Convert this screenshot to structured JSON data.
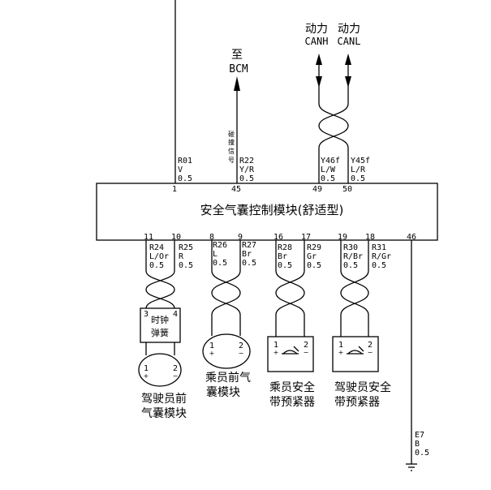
{
  "module": {
    "title": "安全气囊控制模块(舒适型)"
  },
  "top": {
    "bcm": {
      "to": "至",
      "name": "BCM",
      "signal": [
        "碰",
        "撞",
        "信",
        "号"
      ]
    },
    "can": {
      "label_h": "动力",
      "label_l": "动力",
      "name_h": "CANH",
      "name_l": "CANL"
    }
  },
  "top_pins": [
    {
      "pin": "1",
      "wire": "R01",
      "color": "V",
      "size": "0.5"
    },
    {
      "pin": "45",
      "wire": "R22",
      "color": "Y/R",
      "size": "0.5"
    },
    {
      "pin": "49",
      "wire": "Y46f",
      "color": "L/W",
      "size": "0.5"
    },
    {
      "pin": "50",
      "wire": "Y45f",
      "color": "L/R",
      "size": "0.5"
    }
  ],
  "bottom_pins": [
    {
      "pin": "11",
      "wire": "R24",
      "color": "L/Or",
      "size": "0.5"
    },
    {
      "pin": "10",
      "wire": "R25",
      "color": "R",
      "size": "0.5"
    },
    {
      "pin": "8",
      "wire": "R26",
      "color": "L",
      "size": "0.5"
    },
    {
      "pin": "9",
      "wire": "R27",
      "color": "Br",
      "size": "0.5"
    },
    {
      "pin": "16",
      "wire": "R28",
      "color": "Br",
      "size": "0.5"
    },
    {
      "pin": "17",
      "wire": "R29",
      "color": "Gr",
      "size": "0.5"
    },
    {
      "pin": "19",
      "wire": "R30",
      "color": "R/Br",
      "size": "0.5"
    },
    {
      "pin": "18",
      "wire": "R31",
      "color": "R/Gr",
      "size": "0.5"
    },
    {
      "pin": "46",
      "wire": "",
      "color": "",
      "size": ""
    }
  ],
  "ground": {
    "wire": "E7",
    "color": "B",
    "size": "0.5"
  },
  "components": {
    "clockspring": {
      "pin_a": "3",
      "pin_b": "4",
      "line1": "时钟",
      "line2": "弹簧"
    },
    "driver_airbag": {
      "pin_a": "1",
      "pin_b": "2",
      "line1": "驾驶员前",
      "line2": "气囊模块"
    },
    "passenger_airbag": {
      "pin_a": "1",
      "pin_b": "2",
      "line1": "乘员前气",
      "line2": "囊模块"
    },
    "passenger_pretensioner": {
      "pin_a": "1",
      "pin_b": "2",
      "line1": "乘员安全",
      "line2": "带预紧器"
    },
    "driver_pretensioner": {
      "pin_a": "1",
      "pin_b": "2",
      "line1": "驾驶员安全",
      "line2": "带预紧器"
    }
  }
}
